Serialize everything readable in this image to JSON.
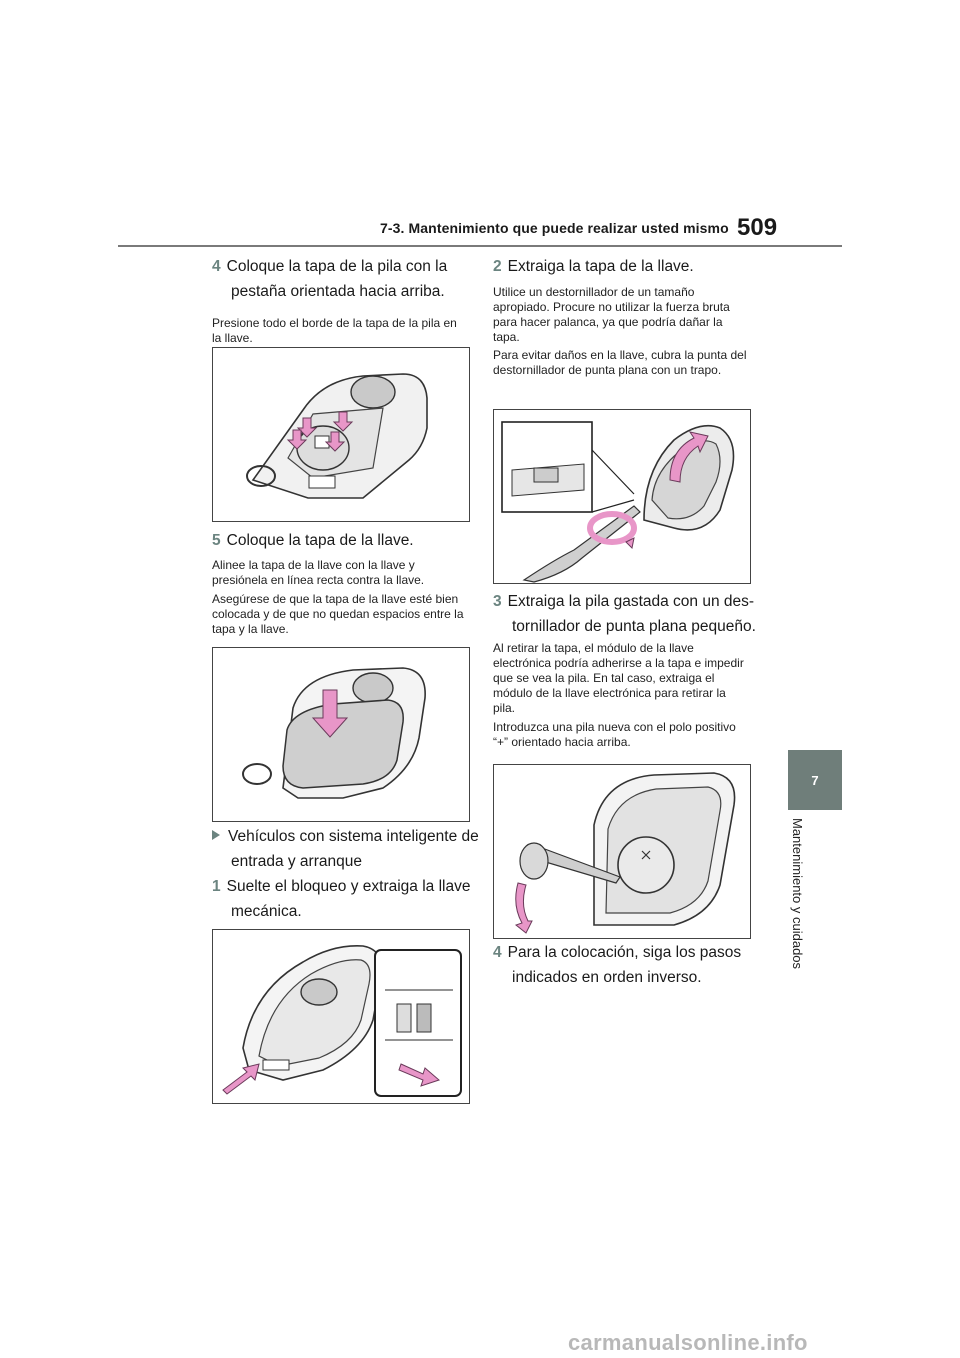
{
  "header": {
    "section_title": "7-3. Mantenimiento que puede realizar usted mismo",
    "page_number": "509"
  },
  "side_tab": {
    "chapter_number": "7",
    "chapter_title": "Mantenimiento y cuidados"
  },
  "left_column": {
    "step4": {
      "number": "4",
      "line1": "Coloque la tapa de la pila con la",
      "line2": "pestaña orientada hacia arriba."
    },
    "step4_body": "Presione todo el borde de la tapa de la pila en la llave.",
    "step5": {
      "number": "5",
      "line1": "Coloque la tapa de la llave."
    },
    "step5_body1": "Alinee la tapa de la llave con la llave y presiónela en línea recta contra la llave.",
    "step5_body2": "Asegúrese de que la tapa de la llave esté bien colocada y de que no quedan espacios entre la tapa y la llave.",
    "smart_heading": {
      "line1": "Vehículos con sistema inteligente de",
      "line2": "entrada y arranque"
    },
    "step1": {
      "number": "1",
      "line1": "Suelte el bloqueo y extraiga la llave",
      "line2": "mecánica."
    }
  },
  "right_column": {
    "step2": {
      "number": "2",
      "line1": "Extraiga la tapa de la llave."
    },
    "step2_body1": "Utilice un destornillador de un tamaño apropiado. Procure no utilizar la fuerza bruta para hacer palanca, ya que podría dañar la tapa.",
    "step2_body2": "Para evitar daños en la llave, cubra la punta del destornillador de punta plana con un trapo.",
    "step3": {
      "number": "3",
      "line1": "Extraiga la pila gastada con un des-",
      "line2": "tornillador de punta plana pequeño."
    },
    "step3_body1": "Al retirar la tapa, el módulo de la llave electrónica podría adherirse a la tapa e impedir que se vea la pila. En tal caso, extraiga el módulo de la llave electrónica para retirar la pila.",
    "step3_body2": "Introduzca una pila nueva con el polo positivo “+” orientado hacia arriba.",
    "step4": {
      "number": "4",
      "line1": "Para la colocación, siga los pasos",
      "line2": "indicados en orden inverso."
    }
  },
  "watermark": "carmanualsonline.info",
  "colors": {
    "accent": "#6b8480",
    "arrow_pink": "#e896c8",
    "side_tab": "#6f7e7a"
  }
}
